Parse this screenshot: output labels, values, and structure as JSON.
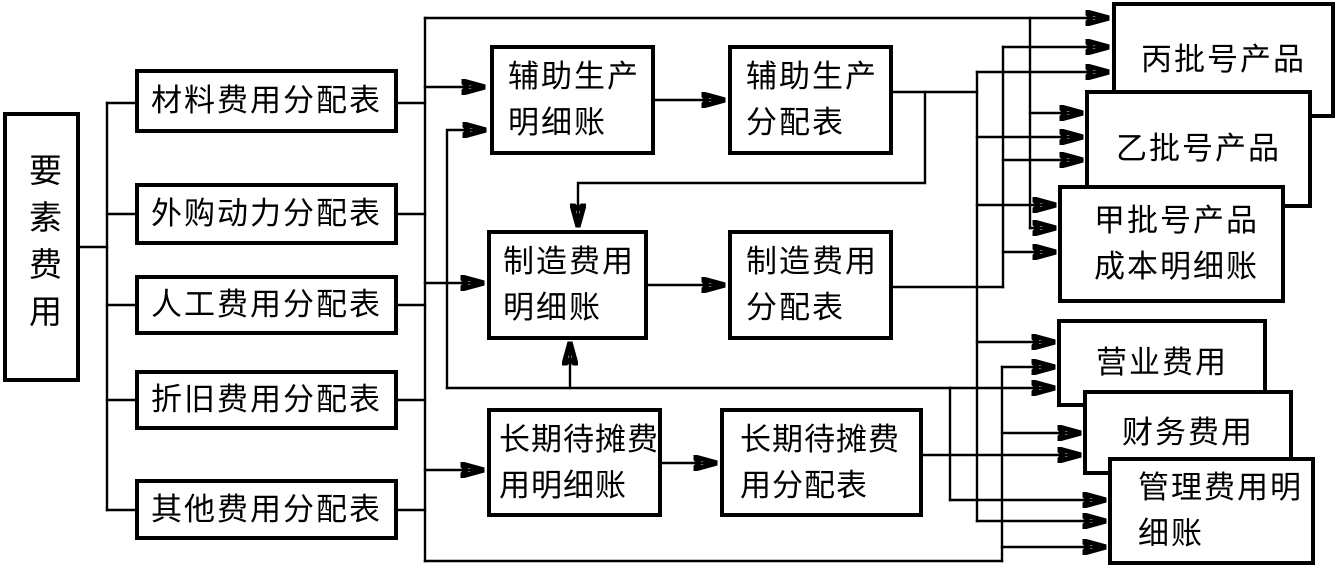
{
  "colors": {
    "line": "#000000",
    "box_border": "#000000",
    "background": "#ffffff",
    "text": "#000000"
  },
  "nodes": {
    "element_cost": {
      "label": "要素费用"
    },
    "material_table": {
      "label": "材料费用分配表"
    },
    "power_table": {
      "label": "外购动力分配表"
    },
    "labor_table": {
      "label": "人工费用分配表"
    },
    "depreciation_table": {
      "label": "折旧费用分配表"
    },
    "other_table": {
      "label": "其他费用分配表"
    },
    "aux_production_ledger": {
      "line1": "辅助生产",
      "line2": "明细账"
    },
    "aux_production_alloc": {
      "line1": "辅助生产",
      "line2": "分配表"
    },
    "mfg_overhead_ledger": {
      "line1": "制造费用",
      "line2": "明细账"
    },
    "mfg_overhead_alloc": {
      "line1": "制造费用",
      "line2": "分配表"
    },
    "lt_deferred_ledger": {
      "line1": "长期待摊费",
      "line2": "用明细账"
    },
    "lt_deferred_alloc": {
      "line1": "长期待摊费",
      "line2": "用分配表"
    },
    "batch_c_product": {
      "label": "丙批号产品"
    },
    "batch_b_product": {
      "label": "乙批号产品"
    },
    "batch_a_product": {
      "line1": "甲批号产品",
      "line2": "成本明细账"
    },
    "operating_expense": {
      "label": "营业费用"
    },
    "financial_expense": {
      "label": "财务费用"
    },
    "admin_expense": {
      "line1": "管理费用明",
      "line2": "细账"
    }
  },
  "connections": [
    {
      "from": "element_cost",
      "to": [
        "material_table",
        "power_table",
        "labor_table",
        "depreciation_table",
        "other_table"
      ]
    },
    {
      "from": "allocation_tables_bus",
      "to": [
        "aux_production_ledger",
        "mfg_overhead_ledger",
        "lt_deferred_ledger",
        "batch_c_product",
        "batch_b_product",
        "batch_a_product",
        "operating_expense",
        "financial_expense",
        "admin_expense"
      ]
    },
    {
      "from": "aux_production_ledger",
      "to": [
        "aux_production_alloc"
      ]
    },
    {
      "from": "aux_production_alloc",
      "to": [
        "mfg_overhead_ledger",
        "batch_c_product",
        "batch_b_product",
        "batch_a_product",
        "operating_expense",
        "admin_expense"
      ]
    },
    {
      "from": "mfg_overhead_ledger",
      "to": [
        "mfg_overhead_alloc"
      ]
    },
    {
      "from": "mfg_overhead_alloc",
      "to": [
        "batch_c_product",
        "batch_b_product",
        "batch_a_product"
      ]
    },
    {
      "from": "lt_deferred_ledger",
      "to": [
        "lt_deferred_alloc"
      ]
    },
    {
      "from": "lt_deferred_alloc",
      "to": [
        "aux_production_ledger",
        "mfg_overhead_ledger",
        "operating_expense",
        "financial_expense",
        "admin_expense"
      ]
    }
  ]
}
